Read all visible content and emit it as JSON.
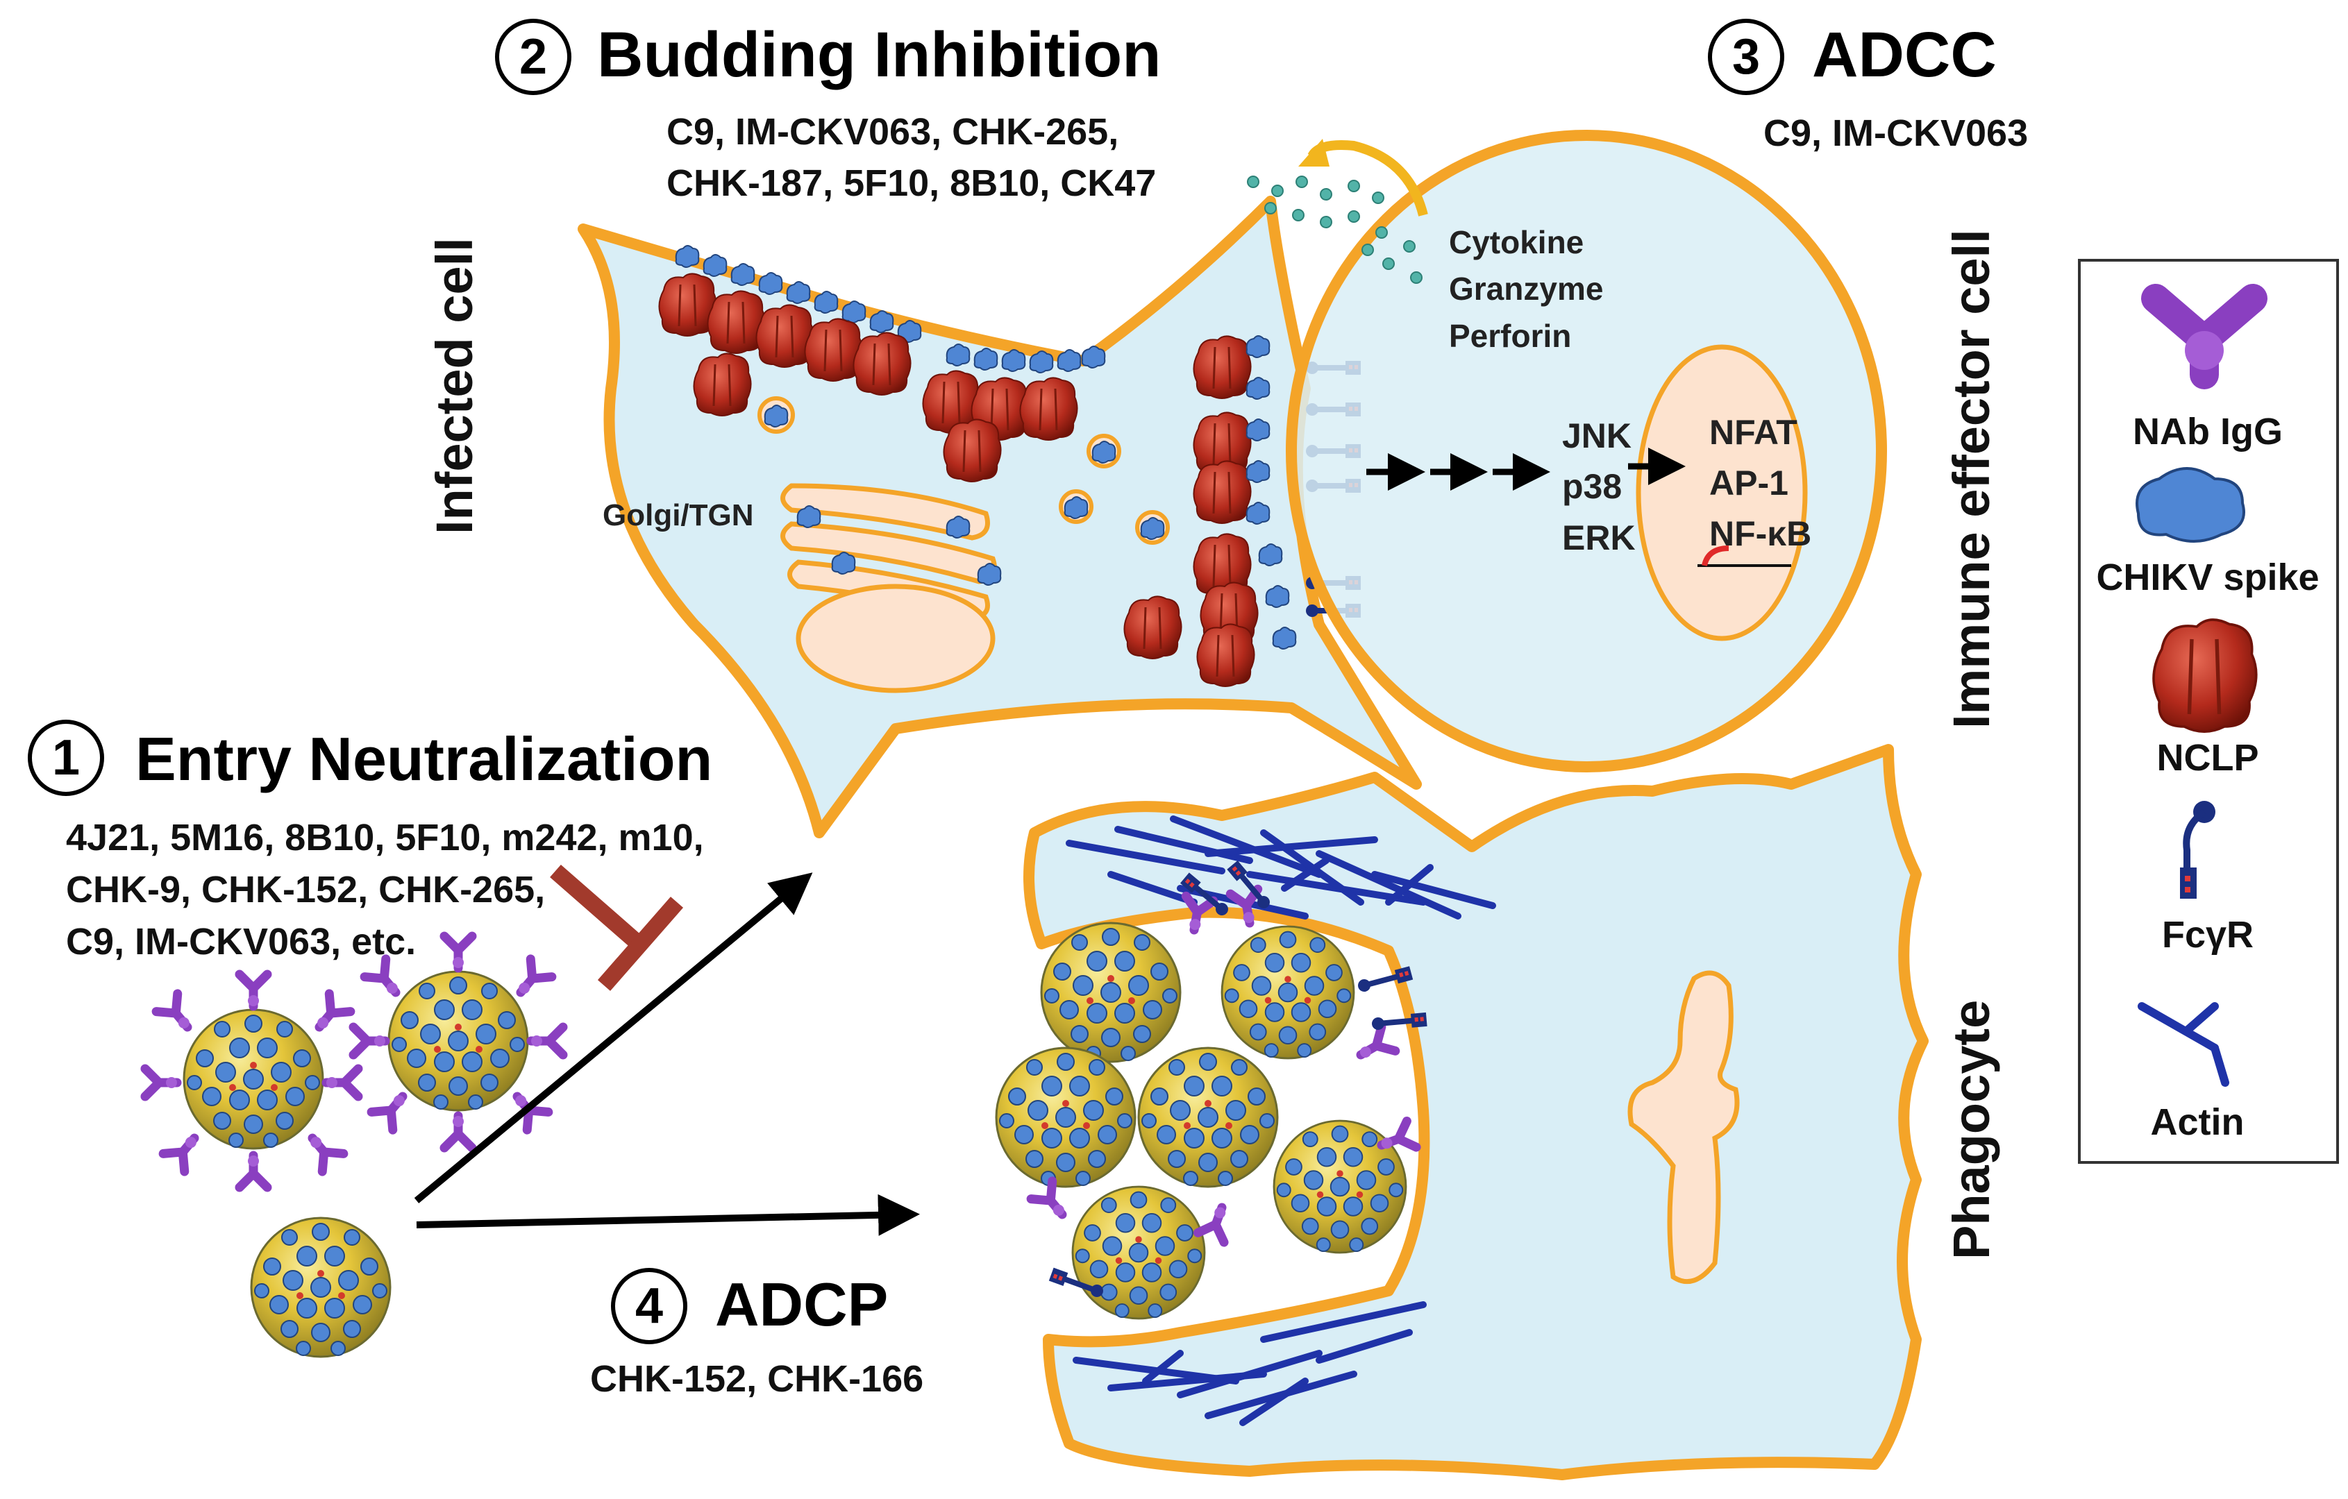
{
  "sections": {
    "entry": {
      "num": "1",
      "title": "Entry Neutralization",
      "ab_lines": [
        "4J21, 5M16, 8B10, 5F10, m242, m10,",
        "CHK-9, CHK-152, CHK-265,",
        "C9, IM-CKV063, etc."
      ]
    },
    "budding": {
      "num": "2",
      "title": "Budding Inhibition",
      "ab_lines": [
        "C9, IM-CKV063, CHK-265,",
        "CHK-187, 5F10, 8B10, CK47"
      ]
    },
    "adcc": {
      "num": "3",
      "title": "ADCC",
      "ab_lines": [
        "C9, IM-CKV063"
      ]
    },
    "adcp": {
      "num": "4",
      "title": "ADCP",
      "ab_lines": [
        "CHK-152, CHK-166"
      ]
    }
  },
  "cells": {
    "infected": "Infected cell",
    "immune": "Immune effector cell",
    "phagocyte": "Phagocyte",
    "golgi": "Golgi/TGN"
  },
  "secreted": [
    "Cytokine",
    "Granzyme",
    "Perforin"
  ],
  "kinases": [
    "JNK",
    "p38",
    "ERK"
  ],
  "transcription_factors": [
    "NFAT",
    "AP-1",
    "NF-κB"
  ],
  "legend": {
    "items": [
      {
        "label": "NAb IgG",
        "icon": "antibody-icon",
        "color": "#8a3fc0"
      },
      {
        "label": "CHIKV spike",
        "icon": "spike-icon",
        "color": "#3b7fd8"
      },
      {
        "label": "NCLP",
        "icon": "nclp-icon",
        "color": "#b42a1c"
      },
      {
        "label": "FcγR",
        "icon": "fc-receptor-icon",
        "color": "#1b2f80"
      },
      {
        "label": "Actin",
        "icon": "actin-icon",
        "color": "#1f33a8"
      }
    ]
  },
  "colors": {
    "membrane": "#f4a428",
    "cytoplasm": "#d9eef6",
    "nucleus": "#fde3cf",
    "actin": "#1f33a8",
    "inhibit": "#a23a2c",
    "virion_blue": "#4f86d4",
    "virion_yellow": "#f2d43c"
  }
}
